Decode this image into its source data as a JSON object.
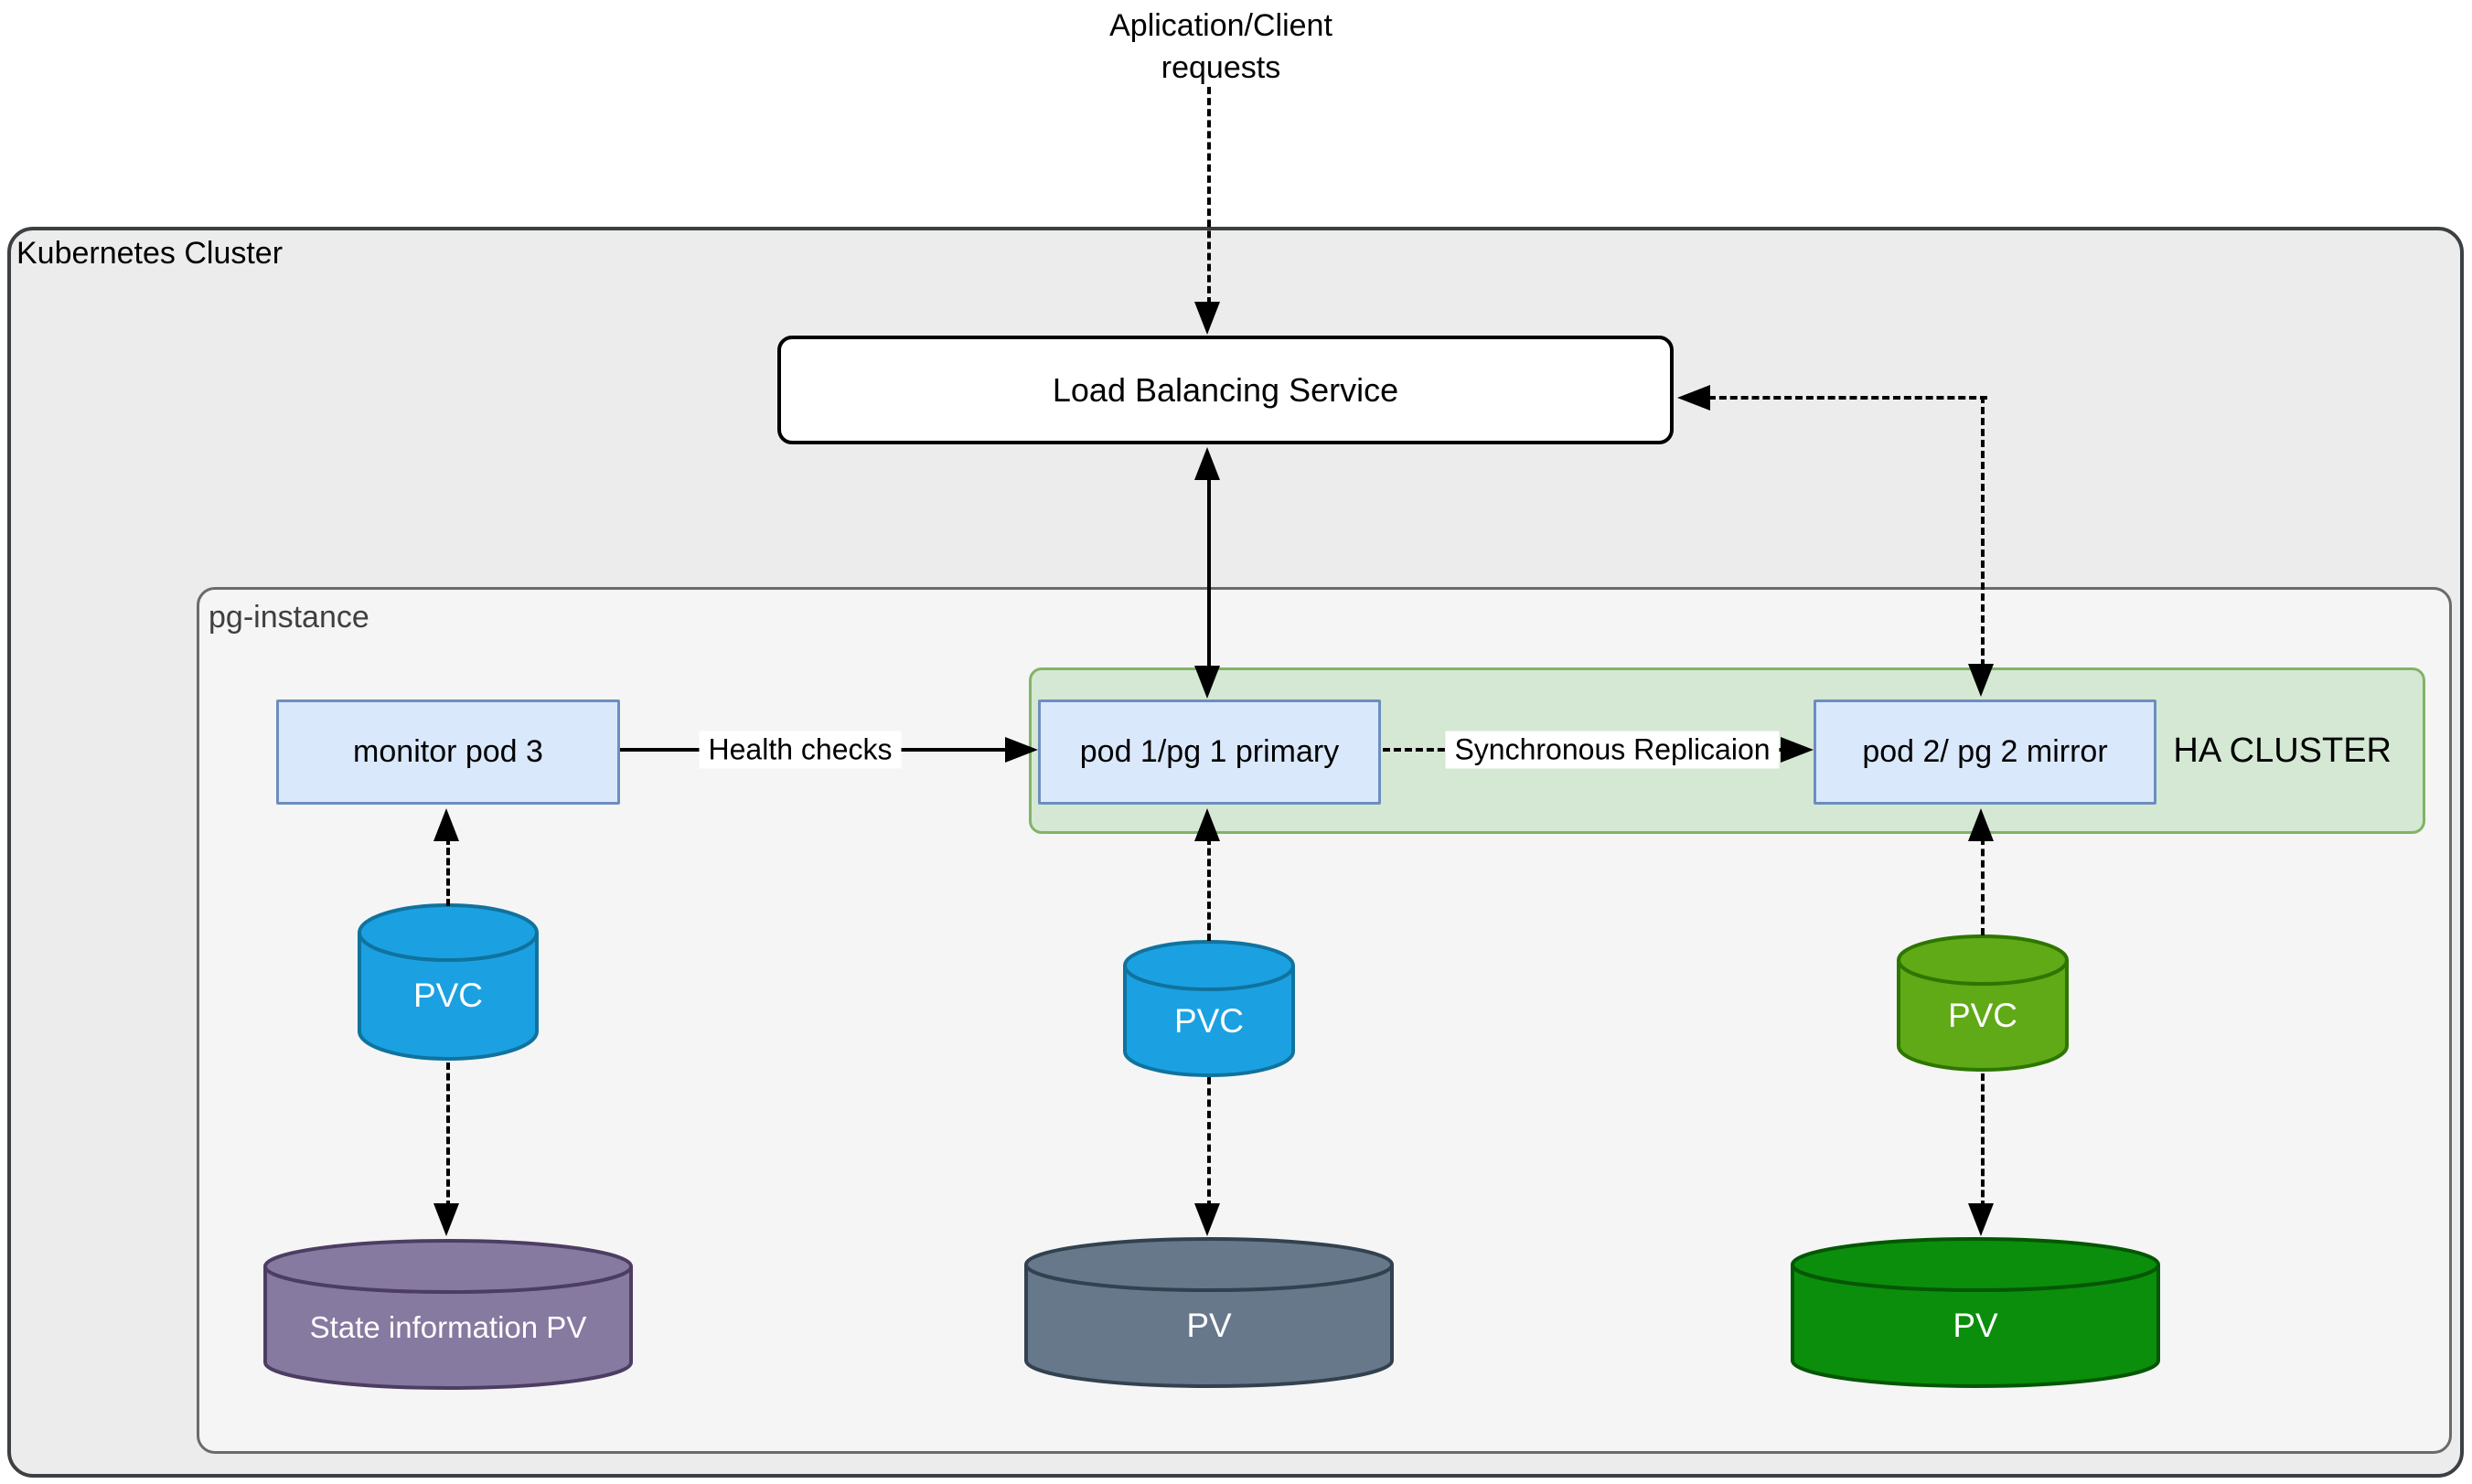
{
  "top_label": {
    "line1": "Aplication/Client",
    "line2": "requests"
  },
  "kubernetes_cluster": {
    "label": "Kubernetes Cluster",
    "fill": "#ececec",
    "border": "#3c4043"
  },
  "pg_instance": {
    "label": "pg-instance",
    "fill": "#f5f5f5",
    "border": "#6b6b6b",
    "label_color": "#3f3f3f"
  },
  "load_balancer": {
    "label": "Load Balancing Service",
    "fill": "#ffffff",
    "border": "#000000"
  },
  "ha_cluster": {
    "label": "HA CLUSTER",
    "fill": "#d5e8d4",
    "border": "#82b366"
  },
  "pods": {
    "fill": "#dae8fc",
    "border": "#6c8ebf",
    "monitor": {
      "label": "monitor pod 3"
    },
    "primary": {
      "label": "pod 1/pg 1 primary"
    },
    "mirror": {
      "label": "pod 2/ pg 2 mirror"
    }
  },
  "edges": {
    "client_to_lb": {
      "style": "dashed"
    },
    "lb_primary": {
      "style": "solid",
      "bidirectional": true
    },
    "lb_mirror_feedback": {
      "style": "dashed",
      "bidirectional": true
    },
    "health_checks": {
      "label": "Health checks",
      "style": "solid"
    },
    "sync_replication": {
      "label": "Synchronous Replicaion",
      "style": "dashed"
    }
  },
  "storage": {
    "pvc_monitor": {
      "label": "PVC",
      "fill": "#1ba1e2",
      "stroke": "#10739e"
    },
    "pvc_primary": {
      "label": "PVC",
      "fill": "#1ba1e2",
      "stroke": "#10739e"
    },
    "pvc_mirror": {
      "label": "PVC",
      "fill": "#60a917",
      "stroke": "#2d7600"
    },
    "pv_state": {
      "label": "State information PV",
      "fill": "#877aa0",
      "stroke": "#4d3d63"
    },
    "pv_primary": {
      "label": "PV",
      "fill": "#66788a",
      "stroke": "#32414f"
    },
    "pv_mirror": {
      "label": "PV",
      "fill": "#0b8e0b",
      "stroke": "#045704"
    }
  }
}
